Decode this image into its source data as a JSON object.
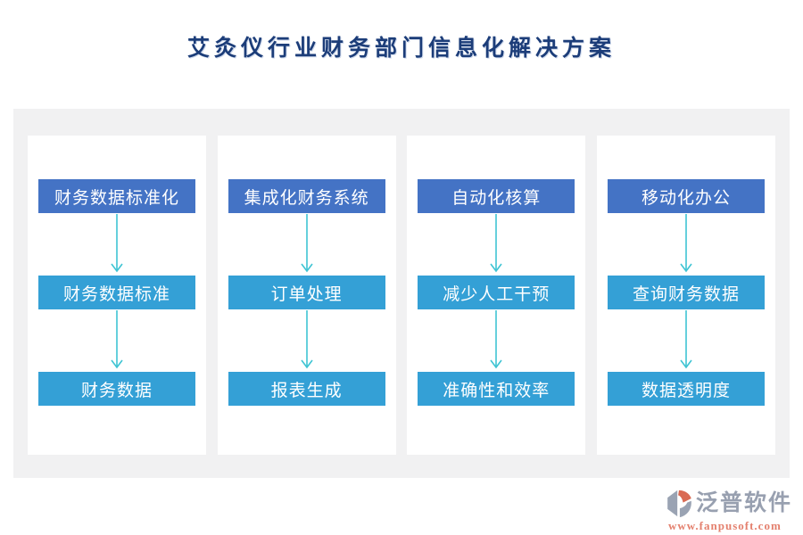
{
  "title": "艾灸仪行业财务部门信息化解决方案",
  "diagram": {
    "type": "flow-columns",
    "columns": [
      {
        "boxes": [
          "财务数据标准化",
          "财务数据标准",
          "财务数据"
        ]
      },
      {
        "boxes": [
          "集成化财务系统",
          "订单处理",
          "报表生成"
        ]
      },
      {
        "boxes": [
          "自动化核算",
          "减少人工干预",
          "准确性和效率"
        ]
      },
      {
        "boxes": [
          "移动化办公",
          "查询财务数据",
          "数据透明度"
        ]
      }
    ]
  },
  "footer": {
    "brand": "泛普软件",
    "url": "www.fanpusoft.com"
  },
  "icons": {
    "arrow": "down-arrow",
    "logo": "fanpu-logo"
  },
  "colors": {
    "title": "#1c3d79",
    "panel_bg": "#f1f1f2",
    "card_bg": "#ffffff",
    "primary_box": "#4473c5",
    "secondary_box": "#34a0d6",
    "arrow": "#3fc4d3",
    "brand_gray": "#98a0b0",
    "brand_red": "#e4806e"
  }
}
